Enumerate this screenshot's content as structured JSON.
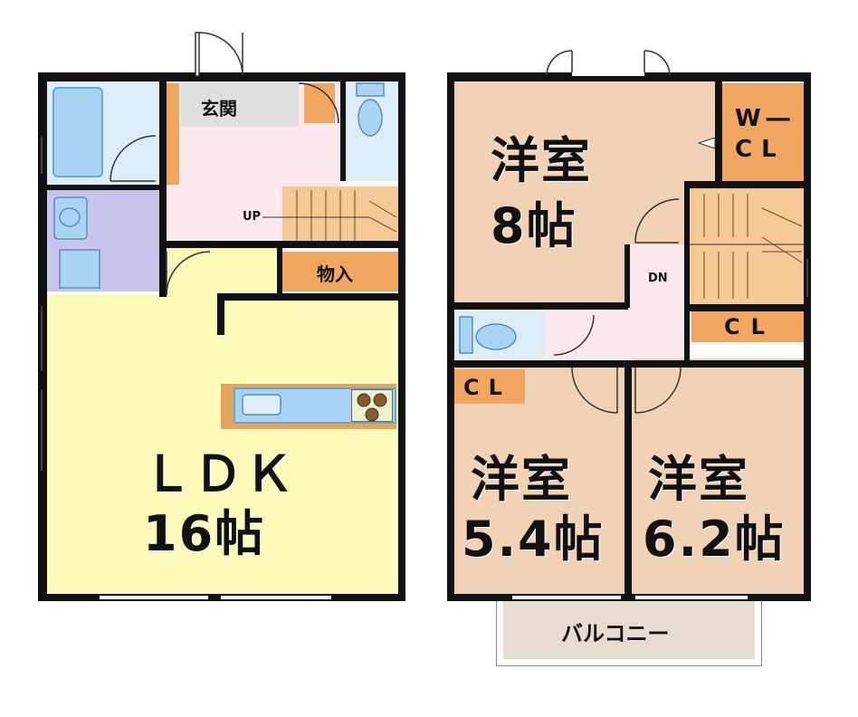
{
  "floor1": {
    "genkan": "玄関",
    "up": "UP",
    "monoire": "物入",
    "ldk_name": "ＬＤＫ",
    "ldk_size": "16帖"
  },
  "floor2": {
    "room8_name": "洋室",
    "room8_size": "8帖",
    "wcl": "W―\nCL",
    "wcl_top": "W―",
    "wcl_bottom": "CL",
    "dn": "DN",
    "cl_right": "CL",
    "cl_left": "CL",
    "room54_name": "洋室",
    "room54_size": "5.4帖",
    "room62_name": "洋室",
    "room62_size": "6.2帖",
    "balcony": "バルコニー"
  },
  "colors": {
    "ldk": "#fbfab9",
    "bedroom": "#f2d2b4",
    "hall": "#fbe8ef",
    "bath": "#dcecf8",
    "toilet_room": "#c7c5ee",
    "storage": "#f0a65f",
    "genkan": "#dfdfdf",
    "balcony": "#e6dcd0",
    "wall": "#111111"
  }
}
